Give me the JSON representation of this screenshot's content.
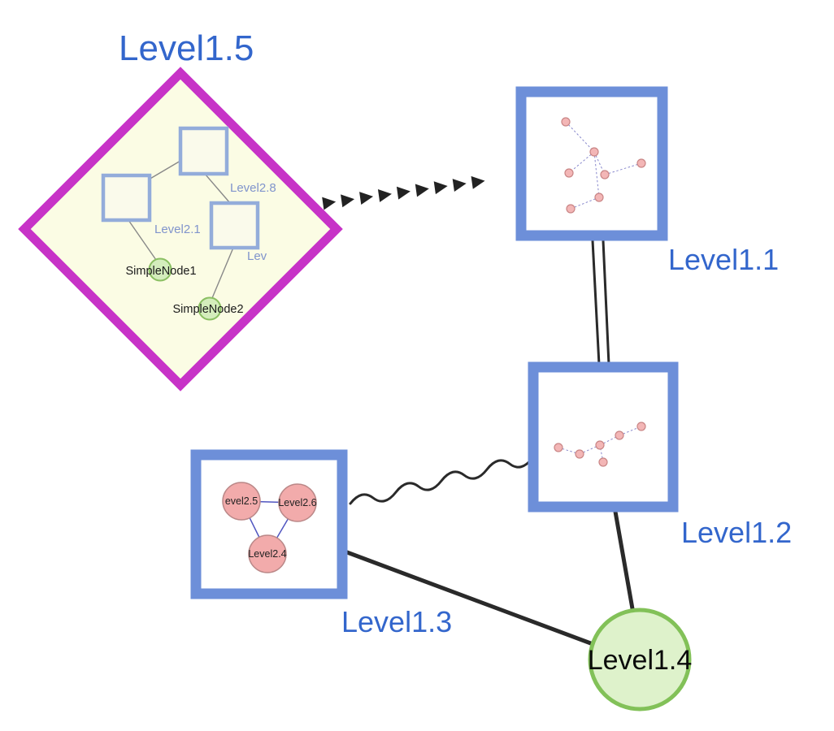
{
  "arrow_glyphs": "▶▶▶▶▶▶▶▶▶",
  "nodes": {
    "level1_5": {
      "label": "Level1.5",
      "shape": "diamond",
      "border_color": "#c733c7",
      "fill_color": "#fbfce4"
    },
    "level1_1": {
      "label": "Level1.1",
      "shape": "square",
      "border_color": "#6d8fd9",
      "fill_color": "#ffffff"
    },
    "level1_2": {
      "label": "Level1.2",
      "shape": "square",
      "border_color": "#6d8fd9",
      "fill_color": "#ffffff"
    },
    "level1_3": {
      "label": "Level1.3",
      "shape": "square",
      "border_color": "#6d8fd9",
      "fill_color": "#ffffff"
    },
    "level1_4": {
      "label": "Level1.4",
      "shape": "circle",
      "border_color": "#82c158",
      "fill_color": "#def2cb"
    },
    "level2_8": {
      "label": "Level2.8"
    },
    "level2_1": {
      "label": "Level2.1"
    },
    "level2_partial": {
      "label": "Lev"
    },
    "simple_node_1": {
      "label": "SimpleNode1"
    },
    "simple_node_2": {
      "label": "SimpleNode2"
    },
    "level2_5": {
      "label": "evel2.5"
    },
    "level2_6": {
      "label": "Level2.6"
    },
    "level2_4": {
      "label": "Level2.4"
    }
  },
  "edges": [
    {
      "from": "Level1.5",
      "to": "Level1.1",
      "style": "bold-dashed-arrow"
    },
    {
      "from": "Level1.1",
      "to": "Level1.2",
      "style": "double-line"
    },
    {
      "from": "Level1.3",
      "to": "Level1.2",
      "style": "wavy"
    },
    {
      "from": "Level1.3",
      "to": "Level1.4",
      "style": "solid"
    },
    {
      "from": "Level1.2",
      "to": "Level1.4",
      "style": "solid"
    }
  ],
  "colors": {
    "label_blue": "#3366cc",
    "diamond_border": "#c733c7",
    "diamond_fill": "#fbfce4",
    "box_border": "#6d8fd9",
    "green_node_fill": "#d4edbc",
    "green_node_border": "#8abf62",
    "big_green_fill": "#def2cb",
    "big_green_border": "#82c158",
    "pink_node_fill": "#f2abab",
    "pink_node_border": "#bb8888",
    "edge_black": "#2a2a2a"
  }
}
